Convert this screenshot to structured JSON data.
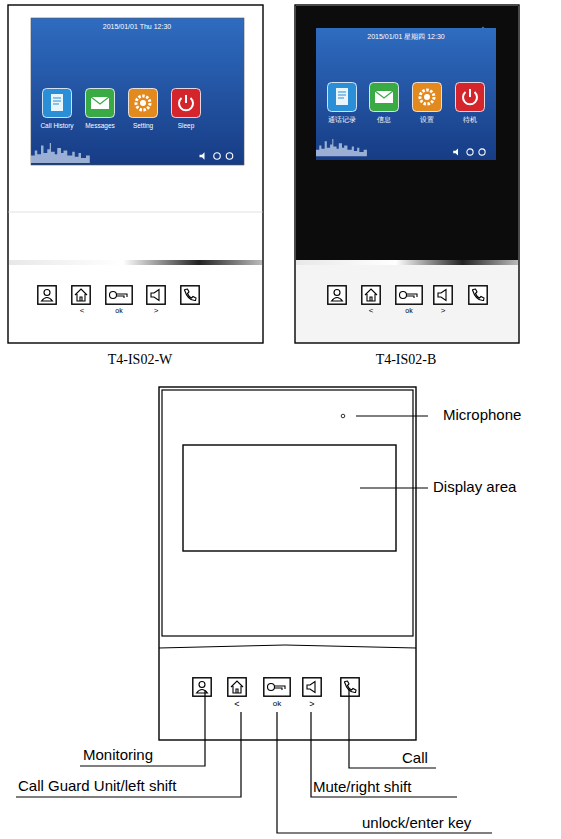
{
  "diagram": {
    "labels": [
      "2015/01/01 Thu 12:30",
      "Call History",
      "Messages",
      "Setting",
      "Sleep",
      "<",
      "ok",
      ">",
      "T4-IS02-W",
      "2015/01/01 星期四 12:30",
      "通话记录",
      "信息",
      "设置",
      "待机",
      "<",
      "ok",
      ">",
      "T4-IS02-B",
      "Microphone",
      "Display area",
      "<",
      "ok",
      ">",
      "Monitoring",
      "Call Guard Unit/left shift",
      "Call",
      "Mute/right shift",
      "unlock/enter key"
    ]
  }
}
